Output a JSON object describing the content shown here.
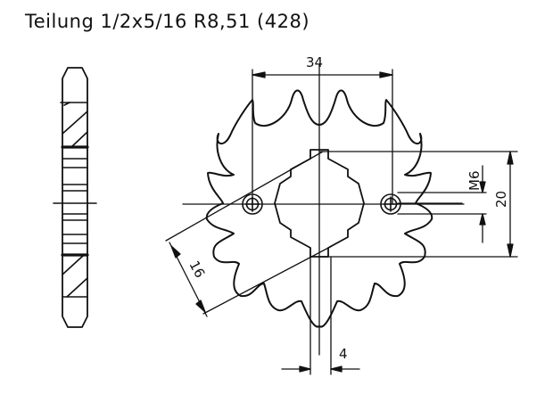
{
  "title": "Teilung 1/2x5/16 R8,51 (428)",
  "drawing": {
    "type": "sprocket-technical-drawing",
    "views": [
      "side-profile",
      "front-view"
    ],
    "line_color": "#111111",
    "background": "#ffffff",
    "dimensions": {
      "hole_spacing": "34",
      "bolt_thread": "M6",
      "height": "20",
      "bore_offset": "16",
      "thickness": "4"
    }
  }
}
